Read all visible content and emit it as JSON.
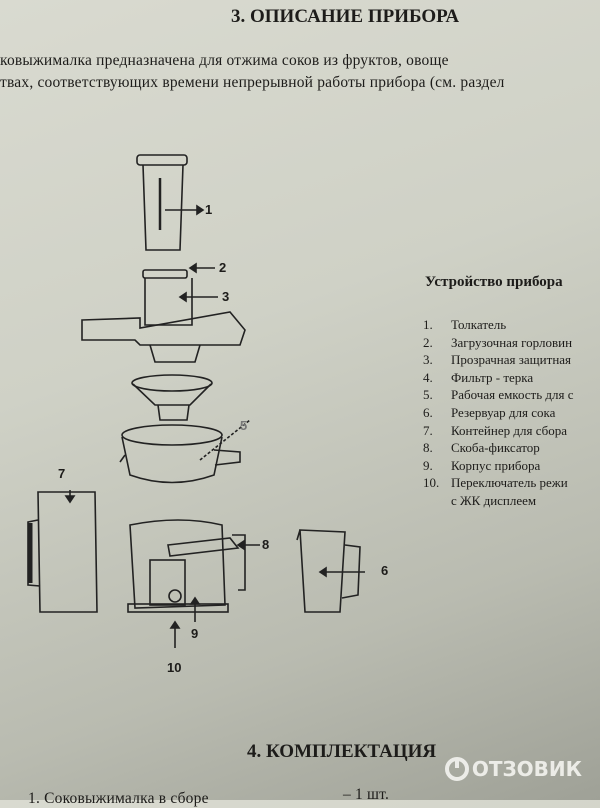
{
  "section3": {
    "title": "3.  ОПИСАНИЕ ПРИБОРА",
    "line1": "ковыжималка  предназначена  для  отжима  соков  из  фруктов,  овоще",
    "line2": "твах, соответствующих времени непрерывной работы прибора (см. раздел"
  },
  "device": {
    "heading": "Устройство прибора",
    "items": [
      {
        "n": "1.",
        "label": "Толкатель"
      },
      {
        "n": "2.",
        "label": "Загрузочная горловин"
      },
      {
        "n": "3.",
        "label": "Прозрачная  защитная"
      },
      {
        "n": "4.",
        "label": "Фильтр - терка"
      },
      {
        "n": "5.",
        "label": "Рабочая емкость для с"
      },
      {
        "n": "6.",
        "label": "Резервуар для сока"
      },
      {
        "n": "7.",
        "label": "Контейнер для сбора"
      },
      {
        "n": "8.",
        "label": "Скоба-фиксатор"
      },
      {
        "n": "9.",
        "label": "Корпус прибора"
      },
      {
        "n": "10.",
        "label": "Переключатель режи"
      }
    ],
    "item10_cont": "с ЖК дисплеем"
  },
  "diagram_labels": [
    "1",
    "2",
    "3",
    "5",
    "7",
    "8",
    "6",
    "9",
    "10"
  ],
  "section4": {
    "title": "4.  КОМПЛЕКТАЦИЯ",
    "item1": "1.    Соковыжималка в сборе",
    "item1_qty": "– 1 шт."
  },
  "watermark": "ОТЗОВИК"
}
